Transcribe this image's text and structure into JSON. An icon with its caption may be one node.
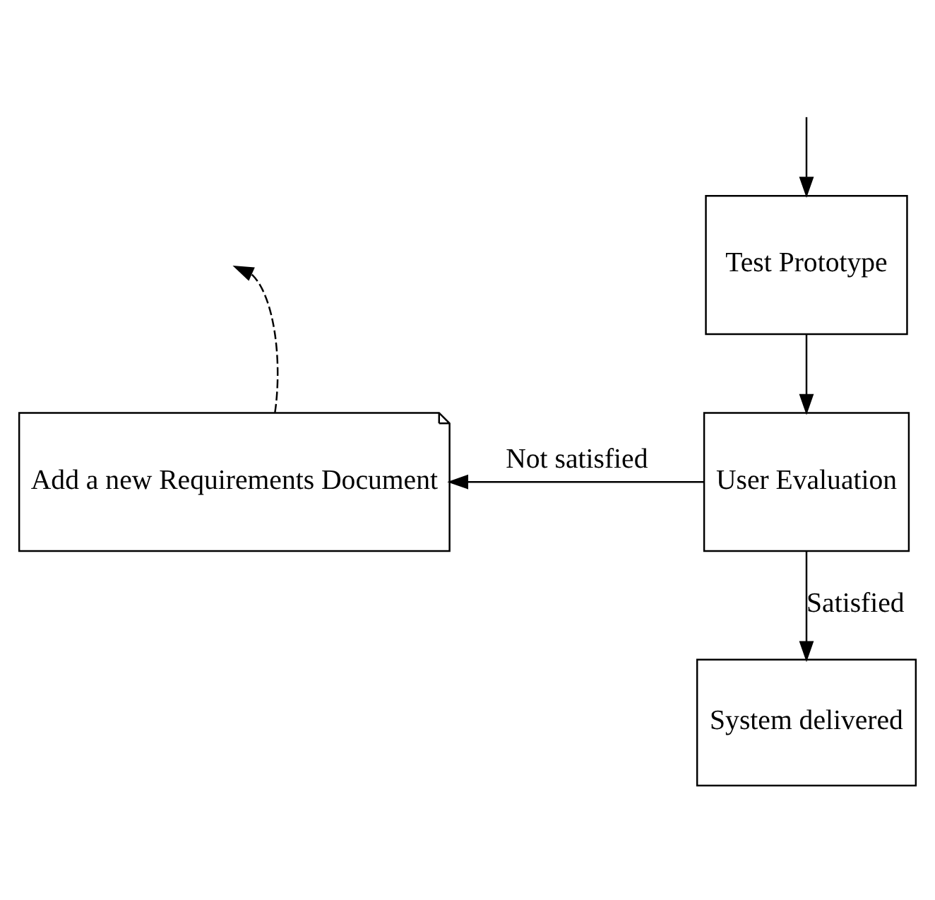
{
  "diagram": {
    "nodes": [
      {
        "text": [
          "Test Prototype"
        ]
      },
      {
        "text": [
          "User Evaluation"
        ]
      },
      {
        "text": [
          "Add a new Requirements Document"
        ]
      },
      {
        "text": [
          "System delivered"
        ]
      }
    ],
    "edges": [
      {
        "from": null,
        "to": 0,
        "arrow": "to"
      },
      {
        "from": 0,
        "to": 1,
        "arrow": "to"
      },
      {
        "from": 1,
        "to": 2,
        "arrow": "to",
        "label": "Not satisfied"
      },
      {
        "from": 1,
        "to": 3,
        "arrow": "to",
        "label": "Satisfied"
      },
      {
        "from": 2,
        "to": null,
        "arrow": "to",
        "style": "dashed"
      }
    ]
  }
}
